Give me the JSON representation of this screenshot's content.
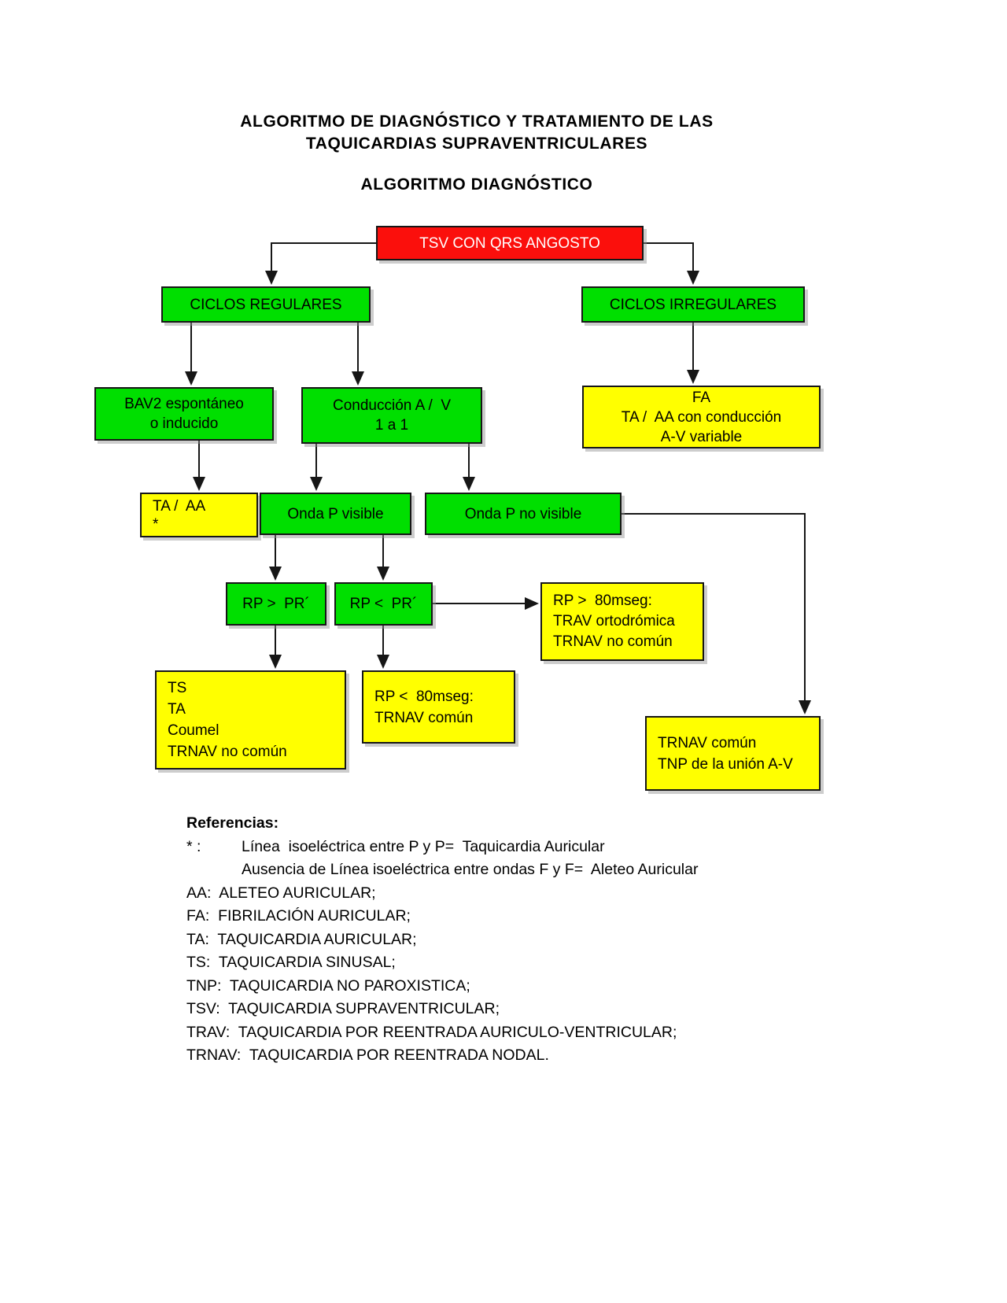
{
  "page": {
    "title_line1": "ALGORITMO DE DIAGNÓSTICO Y TRATAMIENTO DE LAS",
    "title_line2": "TAQUICARDIAS SUPRAVENTRICULARES",
    "subtitle": "ALGORITMO DIAGNÓSTICO"
  },
  "colors": {
    "red": "#fb0f0c",
    "green": "#00df00",
    "yellow": "#ffff00"
  },
  "nodes": {
    "tsv": {
      "lines": [
        "TSV CON QRS ANGOSTO"
      ]
    },
    "regulares": {
      "lines": [
        "CICLOS REGULARES"
      ]
    },
    "irregulares": {
      "lines": [
        "CICLOS IRREGULARES"
      ]
    },
    "bav2": {
      "lines": [
        "BAV2 espontáneo",
        "o inducido"
      ]
    },
    "conduccion": {
      "lines": [
        "Conducción A /  V",
        "1 a 1"
      ]
    },
    "fa": {
      "lines": [
        "FA",
        "TA /  AA con conducción",
        "A-V variable"
      ]
    },
    "ta_aa": {
      "lines": [
        "TA /  AA",
        "*"
      ]
    },
    "p_visible": {
      "lines": [
        "Onda P visible"
      ]
    },
    "p_no_visible": {
      "lines": [
        "Onda P no visible"
      ]
    },
    "rp_gt_pr": {
      "lines": [
        "RP >  PR´"
      ]
    },
    "rp_lt_pr": {
      "lines": [
        "RP <  PR´"
      ]
    },
    "rp_gt_80": {
      "lines": [
        "RP >  80mseg:",
        "TRAV ortodrómica",
        "TRNAV no común"
      ]
    },
    "ts_group": {
      "lines": [
        "TS",
        "TA",
        "Coumel",
        "TRNAV no común"
      ]
    },
    "rp_lt_80": {
      "lines": [
        "RP <  80mseg:",
        "TRNAV común"
      ]
    },
    "trnav_tnp": {
      "lines": [
        "TRNAV común",
        "TNP de la unión A-V"
      ]
    }
  },
  "references": {
    "heading": "Referencias:",
    "asterisk_term": "* :",
    "asterisk_def_line1": "Línea  isoeléctrica entre P y P=  Taquicardia Auricular",
    "asterisk_def_line2": "Ausencia de Línea isoeléctrica entre ondas F y F=  Aleteo Auricular",
    "items": [
      "AA:  ALETEO AURICULAR;",
      "FA:  FIBRILACIÓN AURICULAR;",
      "TA:  TAQUICARDIA AURICULAR;",
      "TS:  TAQUICARDIA SINUSAL;",
      "TNP:  TAQUICARDIA NO PAROXISTICA;",
      "TSV:  TAQUICARDIA SUPRAVENTRICULAR;",
      "TRAV:  TAQUICARDIA POR REENTRADA AURICULO-VENTRICULAR;",
      "TRNAV:  TAQUICARDIA POR REENTRADA NODAL."
    ]
  }
}
